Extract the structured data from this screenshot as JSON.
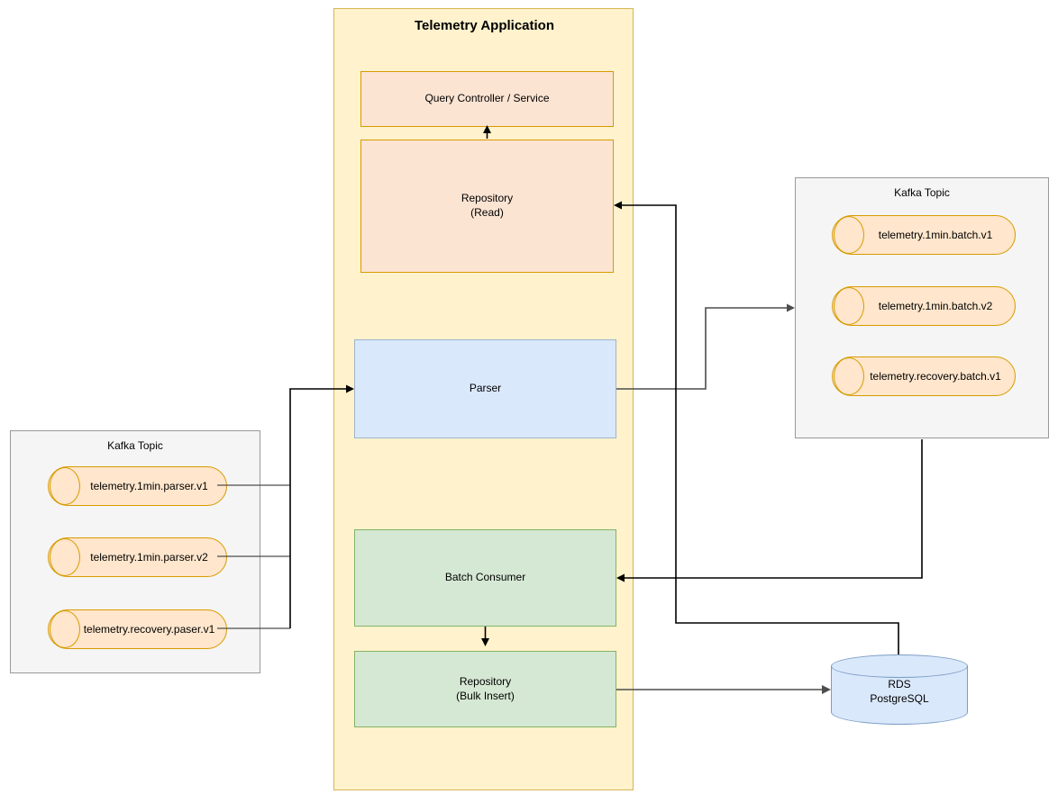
{
  "diagram": {
    "title": "Telemetry Application"
  },
  "app": {
    "title": "Telemetry Application",
    "nodes": {
      "query_controller": "Query Controller / Service",
      "repository_read": "Repository\n(Read)",
      "parser": "Parser",
      "batch_consumer": "Batch Consumer",
      "repository_bulk": "Repository\n(Bulk Insert)"
    }
  },
  "kafka_left": {
    "title": "Kafka Topic",
    "topics": [
      {
        "label": "telemetry.1min.parser.v1"
      },
      {
        "label": "telemetry.1min.parser.v2"
      },
      {
        "label": "telemetry.recovery.paser.v1"
      }
    ]
  },
  "kafka_right": {
    "title": "Kafka Topic",
    "topics": [
      {
        "label": "telemetry.1min.batch.v1"
      },
      {
        "label": "telemetry.1min.batch.v2"
      },
      {
        "label": "telemetry.recovery.batch.v1"
      }
    ]
  },
  "database": {
    "label": "RDS\nPostgreSQL"
  },
  "colors": {
    "container_fill": "#fff2cc",
    "container_stroke": "#d6b656",
    "orange_fill": "#fce4d3",
    "orange_stroke": "#d79b00",
    "topic_fill": "#ffe6cc",
    "topic_stroke": "#d79b00",
    "blue_fill": "#dae8fc",
    "blue_stroke": "#9eb5cd",
    "green_fill": "#d5e8d4",
    "green_stroke": "#82b366",
    "group_fill": "#f5f5f5",
    "group_stroke": "#999999",
    "edge_dark": "#000000",
    "edge_gray": "#4d4d4d"
  },
  "edges": [
    {
      "from": "repository-read",
      "to": "query-controller",
      "style": "arrow-up"
    },
    {
      "from": "kafka-left-topics",
      "to": "parser",
      "style": "merge-arrow-right"
    },
    {
      "from": "parser",
      "to": "kafka-right",
      "style": "step-arrow-right"
    },
    {
      "from": "rds",
      "to": "repository-read",
      "style": "step-arrow-left"
    },
    {
      "from": "kafka-right",
      "to": "batch-consumer",
      "style": "step-arrow-left"
    },
    {
      "from": "batch-consumer",
      "to": "repository-bulk",
      "style": "arrow-down"
    },
    {
      "from": "repository-bulk",
      "to": "rds",
      "style": "arrow-right"
    }
  ]
}
